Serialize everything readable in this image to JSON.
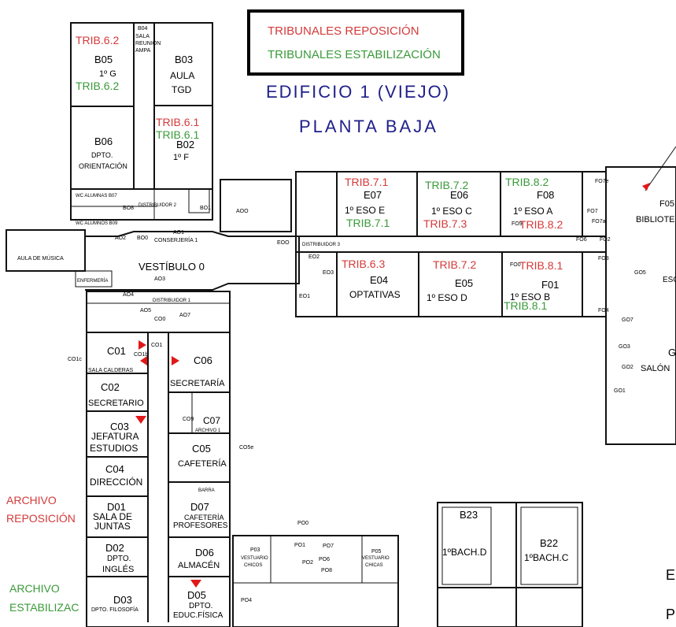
{
  "legend": {
    "reposicion": "TRIBUNALES REPOSICIÓN",
    "estabilizacion": "TRIBUNALES ESTABILIZACIÓN"
  },
  "header": {
    "building": "EDIFICIO 1 (VIEJO)",
    "floor": "PLANTA BAJA"
  },
  "side_labels": {
    "archivo_repo_1": "ARCHIVO",
    "archivo_repo_2": "REPOSICIÓN",
    "archivo_estab_1": "ARCHIVO",
    "archivo_estab_2": "ESTABILIZAC"
  },
  "colors": {
    "reposicion": "#d43a3a",
    "estabilizacion": "#3a9a3a",
    "title": "#20208a"
  },
  "rooms": {
    "b05": {
      "code": "B05",
      "desc": "1º G",
      "trib_r": "TRIB.6.2",
      "trib_e": "TRIB.6.2"
    },
    "b04": {
      "code": "B04",
      "l1": "SALA",
      "l2": "REUNIÓN",
      "l3": "AMPA"
    },
    "b03": {
      "code": "B03",
      "l1": "AULA",
      "l2": "TGD"
    },
    "b06": {
      "code": "B06",
      "l1": "DPTO.",
      "l2": "ORIENTACIÓN"
    },
    "b02": {
      "code": "B02",
      "desc": "1º F",
      "trib_r": "TRIB.6.1",
      "trib_e": "TRIB.6.1"
    },
    "e07": {
      "code": "E07",
      "desc": "1º ESO E",
      "trib_r": "TRIB.7.1",
      "trib_e": "TRIB.7.1"
    },
    "e06": {
      "code": "E06",
      "desc": "1º ESO C",
      "trib_r": "TRIB.7.3",
      "trib_e": "TRIB.7.2"
    },
    "f08": {
      "code": "F08",
      "desc": "1º ESO A",
      "trib_r": "TRIB.8.2",
      "trib_e": "TRIB.8.2"
    },
    "e04": {
      "code": "E04",
      "desc": "OPTATIVAS",
      "trib_r": "TRIB.6.3"
    },
    "e05": {
      "code": "E05",
      "desc": "1º ESO D",
      "trib_r": "TRIB.7.2"
    },
    "f01": {
      "code": "F01",
      "desc": "1º ESO B",
      "trib_r": "TRIB.8.1",
      "trib_e": "TRIB.8.1"
    },
    "musica": "AULA DE MÚSICA",
    "enfermeria": "ENFERMERÍA",
    "vestibulo": "VESTÍBULO 0",
    "wc1": "WC ALUMNAS B07",
    "wc2": "WC ALUMNOS B09",
    "distribuidor2": "DISTRIBUIDOR 2",
    "conserjeria": "CONSERJERÍA 1",
    "distribuidor1": "DISTRIBUIDOR 1",
    "distribuidor3": "DISTRIBUIDOR 3",
    "c01": {
      "code": "C01",
      "desc": "SALA CALDERAS"
    },
    "c06": {
      "code": "C06",
      "desc": "SECRETARÍA"
    },
    "c02": {
      "code": "C02",
      "desc": "SECRETARIO"
    },
    "c03": {
      "code": "C03",
      "l1": "JEFATURA",
      "l2": "ESTUDIOS"
    },
    "c07": {
      "code": "C07",
      "desc": "ARCHIVO 1"
    },
    "c05": {
      "code": "C05",
      "desc": "CAFETERÍA"
    },
    "c04": {
      "code": "C04",
      "desc": "DIRECCIÓN"
    },
    "barra": "BARRA",
    "d01": {
      "code": "D01",
      "l1": "SALA DE",
      "l2": "JUNTAS"
    },
    "d07": {
      "code": "D07",
      "l1": "CAFETERÍA",
      "l2": "PROFESORES"
    },
    "d02": {
      "code": "D02",
      "l1": "DPTO.",
      "l2": "INGLÉS"
    },
    "d06": {
      "code": "D06",
      "desc": "ALMACÉN"
    },
    "d03": {
      "code": "D03",
      "desc": "DPTO. FILOSOFÍA"
    },
    "d05": {
      "code": "D05",
      "l1": "DPTO.",
      "l2": "EDUC.FÍSICA"
    },
    "p03": {
      "code": "P03",
      "l1": "VESTUARIO",
      "l2": "CHICOS"
    },
    "p05": {
      "code": "P05",
      "l1": "VESTUARIO",
      "l2": "CHICAS"
    },
    "b23": {
      "code": "B23",
      "desc": "1ºBACH.D"
    },
    "b22": {
      "code": "B22",
      "desc": "1ºBACH.C"
    },
    "f05": {
      "code": "F05",
      "desc": "BIBLIOTE"
    },
    "salon": "SALÓN",
    "esc": "ESC"
  },
  "small_codes": [
    "AOO",
    "AO2",
    "AO1",
    "AO3",
    "AO4",
    "AO5",
    "AO7",
    "BO0",
    "BO8",
    "BO1",
    "EOO",
    "EO1",
    "EO2",
    "EO3",
    "FO0",
    "FO2",
    "FO3",
    "FO4",
    "FO6",
    "FO7",
    "FO7a",
    "FO7e",
    "FO9",
    "GO1",
    "GO2",
    "GO3",
    "GO5",
    "GO7",
    "CO0",
    "CO1",
    "CO1c",
    "CO1b",
    "CO5e",
    "CO9",
    "PO0",
    "PO1",
    "PO2",
    "PO4",
    "PO6",
    "PO7",
    "PO8"
  ]
}
